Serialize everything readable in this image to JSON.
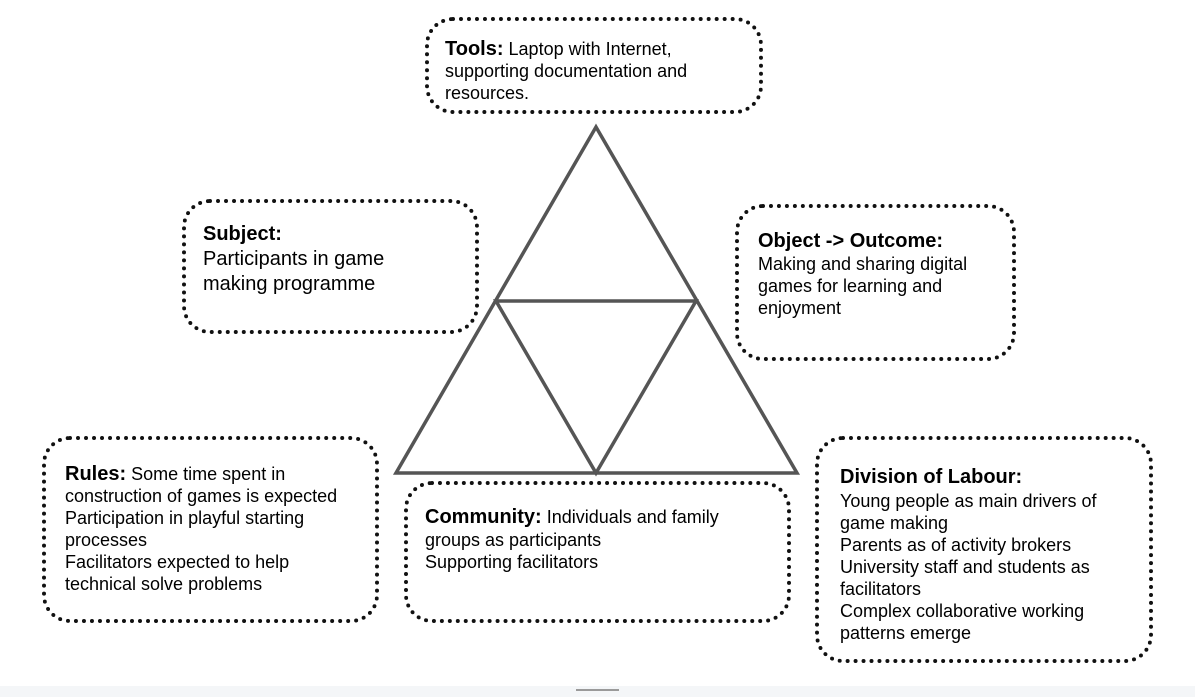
{
  "tools": {
    "heading": "Tools:",
    "line1": "Laptop with Internet,",
    "line2": "supporting documentation and",
    "line3": "resources."
  },
  "subject": {
    "heading": "Subject:",
    "line1": "Participants in game",
    "line2": "making programme"
  },
  "object": {
    "heading": "Object  -> Outcome:",
    "line1": "Making and sharing digital",
    "line2": "games for learning and",
    "line3": "enjoyment"
  },
  "rules": {
    "heading": "Rules:",
    "line1_rest": "Some time spent in",
    "line2": "construction of games is expected",
    "line3": "Participation in playful starting",
    "line4": "processes",
    "line5": "Facilitators expected to help",
    "line6": "technical solve problems"
  },
  "community": {
    "heading": "Community:",
    "line1_rest": "Individuals and family",
    "line2": "groups as participants",
    "line3": "Supporting facilitators"
  },
  "division": {
    "heading": "Division of Labour:",
    "line1": "Young people as main drivers of",
    "line2": "game making",
    "line3": "Parents as of activity brokers",
    "line4": "University staff and students as",
    "line5": "facilitators",
    "line6": "Complex collaborative working",
    "line7": "patterns emerge"
  },
  "colors": {
    "triangle_stroke": "#555555",
    "box_border": "#111111"
  }
}
